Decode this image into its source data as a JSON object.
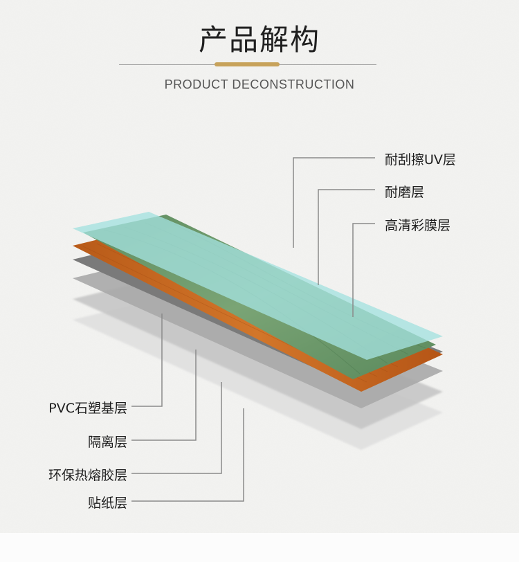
{
  "header": {
    "title": "产品解构",
    "subtitle": "PRODUCT DECONSTRUCTION"
  },
  "layers": {
    "right": [
      {
        "label": "耐刮擦UV层"
      },
      {
        "label": "耐磨层"
      },
      {
        "label": "高清彩膜层"
      }
    ],
    "left": [
      {
        "label": "PVC石塑基层"
      },
      {
        "label": "隔离层"
      },
      {
        "label": "环保热熔胶层"
      },
      {
        "label": "贴纸层"
      }
    ]
  },
  "colors": {
    "accent": "#c7a25a",
    "uv_layer": "#a4e2df",
    "wood_layer": "#c5661f",
    "film_layer": "#6e9a6b",
    "base_layer": "#707070",
    "lower_layers": "#9c9c9c"
  }
}
